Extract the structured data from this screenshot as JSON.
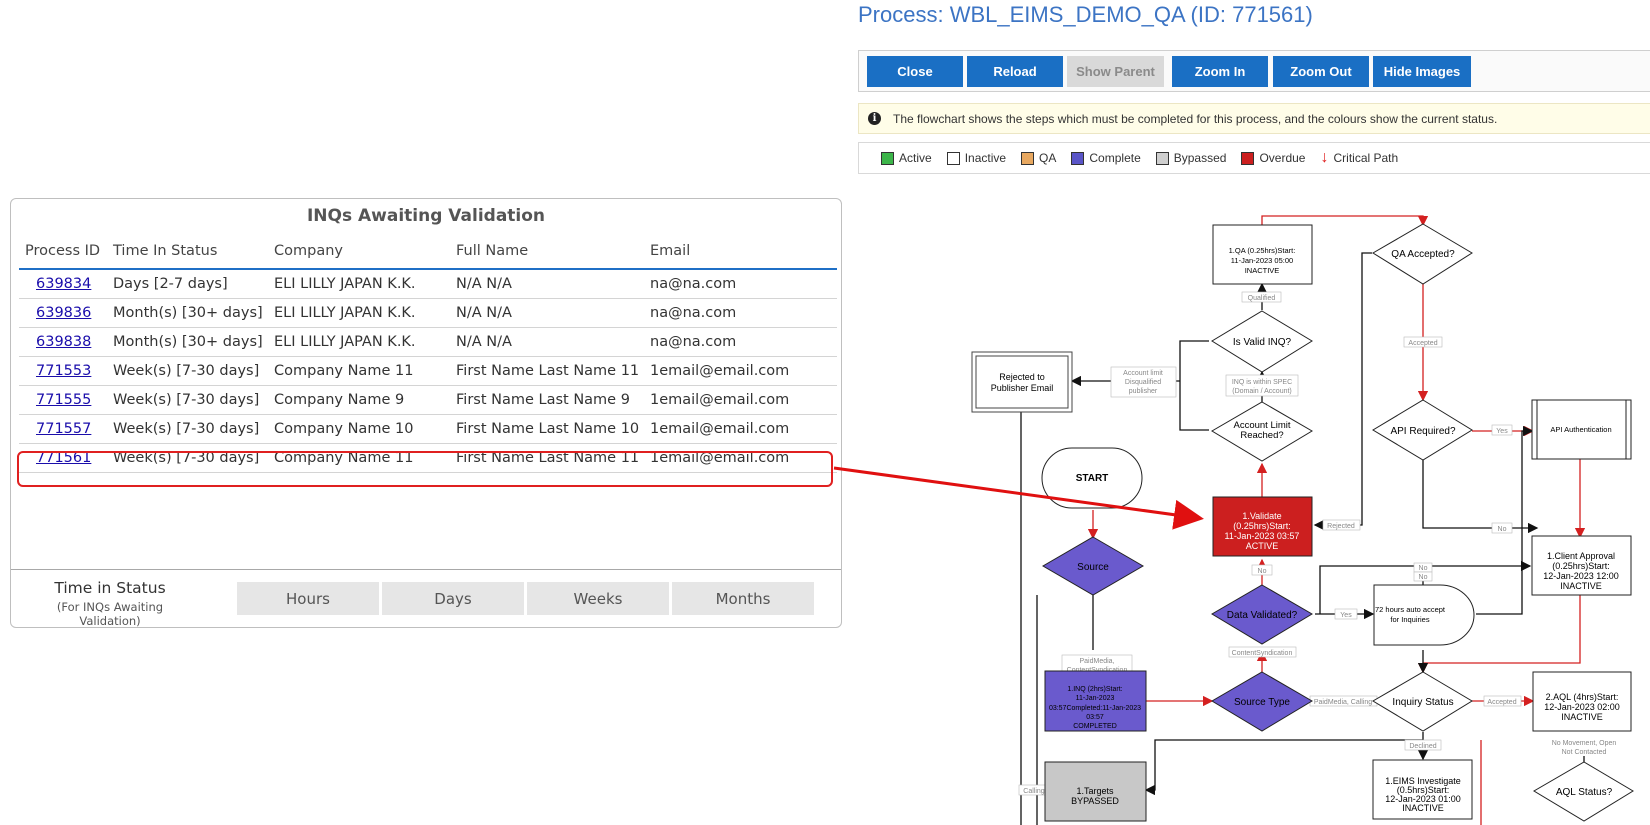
{
  "left_panel": {
    "title": "INQs Awaiting Validation",
    "columns": [
      "Process ID",
      "Time In Status",
      "Company",
      "Full Name",
      "Email"
    ],
    "rows": [
      {
        "id": "639834",
        "time": "Days [2-7 days]",
        "company": "ELI LILLY JAPAN K.K.",
        "name": "N/A N/A",
        "email": "na@na.com"
      },
      {
        "id": "639836",
        "time": "Month(s) [30+ days]",
        "company": "ELI LILLY JAPAN K.K.",
        "name": "N/A N/A",
        "email": "na@na.com"
      },
      {
        "id": "639838",
        "time": "Month(s) [30+ days]",
        "company": "ELI LILLY JAPAN K.K.",
        "name": "N/A N/A",
        "email": "na@na.com"
      },
      {
        "id": "771553",
        "time": "Week(s) [7-30 days]",
        "company": "Company Name 11",
        "name": "First Name Last Name 11",
        "email": "1email@email.com"
      },
      {
        "id": "771555",
        "time": "Week(s) [7-30 days]",
        "company": "Company Name 9",
        "name": "First Name Last Name 9",
        "email": "1email@email.com"
      },
      {
        "id": "771557",
        "time": "Week(s) [7-30 days]",
        "company": "Company Name 10",
        "name": "First Name Last Name 10",
        "email": "1email@email.com"
      },
      {
        "id": "771561",
        "time": "Week(s) [7-30 days]",
        "company": "Company Name 11",
        "name": "First Name Last Name 11",
        "email": "1email@email.com"
      }
    ],
    "time_in_status": {
      "title": "Time in Status",
      "subtitle": "(For INQs Awaiting Validation)",
      "tabs": [
        "Hours",
        "Days",
        "Weeks",
        "Months"
      ]
    }
  },
  "process": {
    "title": "Process: WBL_EIMS_DEMO_QA (ID: 771561)",
    "buttons": {
      "close": "Close",
      "reload": "Reload",
      "show_parent": "Show Parent",
      "zoom_in": "Zoom In",
      "zoom_out": "Zoom Out",
      "hide_images": "Hide Images"
    },
    "info": "The flowchart shows the steps which must be completed for this process, and the colours show the current status.",
    "legend": [
      {
        "label": "Active",
        "color": "#3cb54a"
      },
      {
        "label": "Inactive",
        "color": "#ffffff"
      },
      {
        "label": "QA",
        "color": "#e8a860"
      },
      {
        "label": "Complete",
        "color": "#5a55c8"
      },
      {
        "label": "Bypassed",
        "color": "#cfcfcf"
      },
      {
        "label": "Overdue",
        "color": "#cc1f1f"
      }
    ],
    "legend_critical": "Critical Path"
  },
  "flowchart": {
    "colors": {
      "overdue": "#cc1f1f",
      "complete": "#6a5acd",
      "bypassed": "#c8c8c8",
      "critical": "#d42020"
    },
    "nodes": {
      "qa_step": [
        "1.QA (0.25hrs)Start:",
        "11-Jan-2023 05:00",
        "INACTIVE"
      ],
      "qa_accepted": "QA Accepted?",
      "is_valid": "Is Valid INQ?",
      "rejected": [
        "Rejected to",
        "Publisher Email"
      ],
      "account_limit": [
        "Account Limit",
        "Reached?"
      ],
      "api_required": "API Required?",
      "api_auth": "API Authentication",
      "start": "START",
      "validate": [
        "1.Validate",
        "(0.25hrs)Start:",
        "11-Jan-2023 03:57",
        "ACTIVE"
      ],
      "source": "Source",
      "data_validated": "Data Validated?",
      "auto_accept": [
        "72 hours auto accept",
        "for Inquiries"
      ],
      "client_approval": [
        "1.Client Approval",
        "(0.25hrs)Start:",
        "12-Jan-2023 12:00",
        "INACTIVE"
      ],
      "inq_step": [
        "1.INQ (2hrs)Start:",
        "11-Jan-2023",
        "03:57Completed:11-Jan-2023",
        "03:57",
        "COMPLETED"
      ],
      "source_type": "Source Type",
      "inquiry_status": "Inquiry Status",
      "aql": [
        "2.AQL (4hrs)Start:",
        "12-Jan-2023 02:00",
        "INACTIVE"
      ],
      "targets": [
        "1.Targets",
        "BYPASSED"
      ],
      "eims_investigate": [
        "1.EIMS Investigate",
        "(0.5hrs)Start:",
        "12-Jan-2023 01:00",
        "INACTIVE"
      ],
      "aql_status": "AQL Status?"
    },
    "edge_labels": {
      "qualified": "Qualified",
      "accepted": "Accepted",
      "account_limit_disq": [
        "Account limit",
        "Disqualified",
        "publisher"
      ],
      "within_spec": [
        "INQ is within SPEC",
        "(Domain / Account)"
      ],
      "yes_api": "Yes",
      "rejected": "Rejected",
      "no_api": "No",
      "no_validate": "No",
      "yes_dv": "Yes",
      "no1": "No",
      "no2": "No",
      "paid_content": [
        "PaidMedia,",
        "ContentSyndication"
      ],
      "content_synd": "ContentSyndication",
      "paid_calling": "PaidMedia, Calling",
      "accepted2": "Accepted",
      "declined": "Declined",
      "no_movement": [
        "No Movement, Open",
        "Not Contacted"
      ],
      "calling": "Calling"
    }
  }
}
